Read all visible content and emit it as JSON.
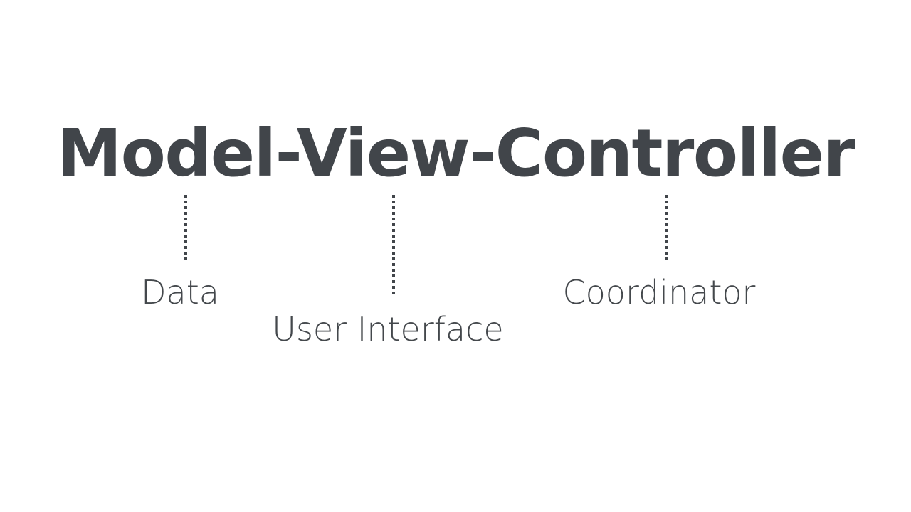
{
  "slide": {
    "background_color": "#ffffff",
    "text_color": "#41454a",
    "title": "Model-View-Controller",
    "parts": [
      {
        "term": "Model",
        "label": "Data",
        "connector": "dotted-vertical-line"
      },
      {
        "term": "View",
        "label": "User Interface",
        "connector": "dotted-vertical-line"
      },
      {
        "term": "Controller",
        "label": "Coordinator",
        "connector": "dotted-vertical-line"
      }
    ]
  }
}
